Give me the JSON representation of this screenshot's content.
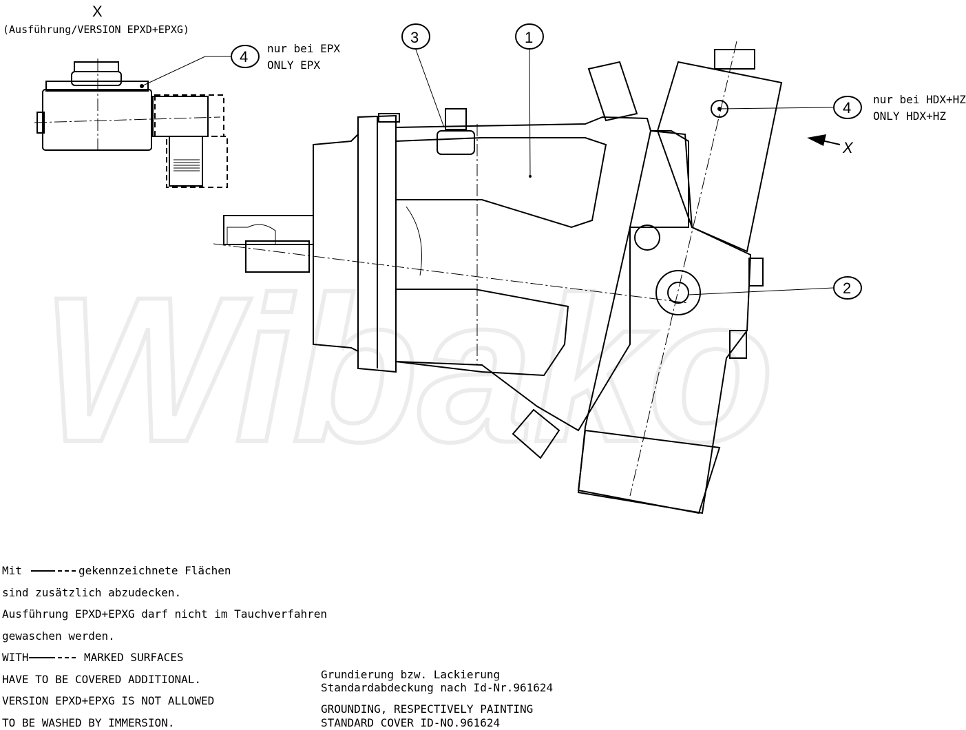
{
  "watermark": "Wibako",
  "detail_view": {
    "label": "X",
    "caption": "(Ausführung/VERSION EPXD+EPXG)",
    "callout": {
      "number": "4",
      "note_de": "nur bei EPX",
      "note_en": "ONLY EPX"
    }
  },
  "callouts": [
    {
      "number": "1"
    },
    {
      "number": "2"
    },
    {
      "number": "3"
    },
    {
      "number": "4",
      "note_de": "nur bei HDX+HZ",
      "note_en": "ONLY HDX+HZ"
    }
  ],
  "view_arrow_label": "X",
  "notes": {
    "line1_prefix": "Mit",
    "line1_suffix": "gekennzeichnete Flächen",
    "line2": "sind zusätzlich abzudecken.",
    "line3": "Ausführung EPXD+EPXG darf nicht im Tauchverfahren",
    "line4": "gewaschen werden.",
    "line5_prefix": "WITH",
    "line5_suffix": "MARKED SURFACES",
    "line6": "HAVE TO BE COVERED ADDITIONAL.",
    "line7": "VERSION EPXD+EPXG IS NOT ALLOWED",
    "line8": "TO BE WASHED BY IMMERSION."
  },
  "paint_notes": {
    "de1": "Grundierung bzw. Lackierung",
    "de2": "Standardabdeckung nach Id-Nr.961624",
    "en1": "GROUNDING, RESPECTIVELY PAINTING",
    "en2": "STANDARD COVER ID-NO.961624"
  }
}
